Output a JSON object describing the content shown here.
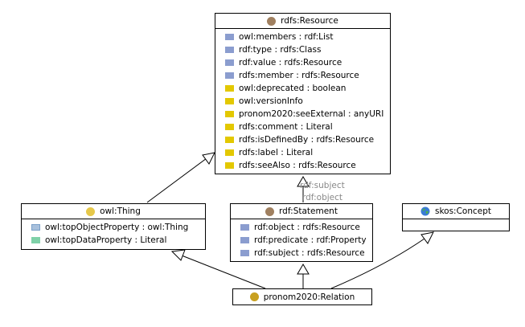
{
  "colors": {
    "rdf_class_icon": "#a08060",
    "owl_thing_icon": "#e6c84a",
    "relation_icon": "#c8a020",
    "object_prop": "#8b9dcf",
    "annotation_prop": "#e3c800",
    "data_prop": "#7fd1a8"
  },
  "classes": {
    "rdfs_resource": {
      "title": "rdfs:Resource",
      "icon": "class-circle-icon",
      "attributes": [
        {
          "text": "owl:members : rdf:List",
          "kind": "object"
        },
        {
          "text": "rdf:type : rdfs:Class",
          "kind": "object"
        },
        {
          "text": "rdf:value : rdfs:Resource",
          "kind": "object"
        },
        {
          "text": "rdfs:member : rdfs:Resource",
          "kind": "object"
        },
        {
          "text": "owl:deprecated : boolean",
          "kind": "annotation"
        },
        {
          "text": "owl:versionInfo",
          "kind": "annotation"
        },
        {
          "text": "pronom2020:seeExternal : anyURI",
          "kind": "annotation"
        },
        {
          "text": "rdfs:comment : Literal",
          "kind": "annotation"
        },
        {
          "text": "rdfs:isDefinedBy : rdfs:Resource",
          "kind": "annotation"
        },
        {
          "text": "rdfs:label : Literal",
          "kind": "annotation"
        },
        {
          "text": "rdfs:seeAlso : rdfs:Resource",
          "kind": "annotation"
        }
      ]
    },
    "owl_thing": {
      "title": "owl:Thing",
      "icon": "class-circle-icon",
      "attributes": [
        {
          "text": "owl:topObjectProperty : owl:Thing",
          "kind": "top-object"
        },
        {
          "text": "owl:topDataProperty : Literal",
          "kind": "data"
        }
      ]
    },
    "rdf_statement": {
      "title": "rdf:Statement",
      "icon": "class-circle-icon",
      "attributes": [
        {
          "text": "rdf:object : rdfs:Resource",
          "kind": "object"
        },
        {
          "text": "rdf:predicate : rdf:Property",
          "kind": "object"
        },
        {
          "text": "rdf:subject : rdfs:Resource",
          "kind": "object"
        }
      ]
    },
    "skos_concept": {
      "title": "skos:Concept",
      "icon": "globe-icon"
    },
    "pronom_relation": {
      "title": "pronom2020:Relation",
      "icon": "class-circle-icon"
    }
  },
  "edge_labels": {
    "subject": "rdf:subject",
    "object": "rdf:object"
  }
}
